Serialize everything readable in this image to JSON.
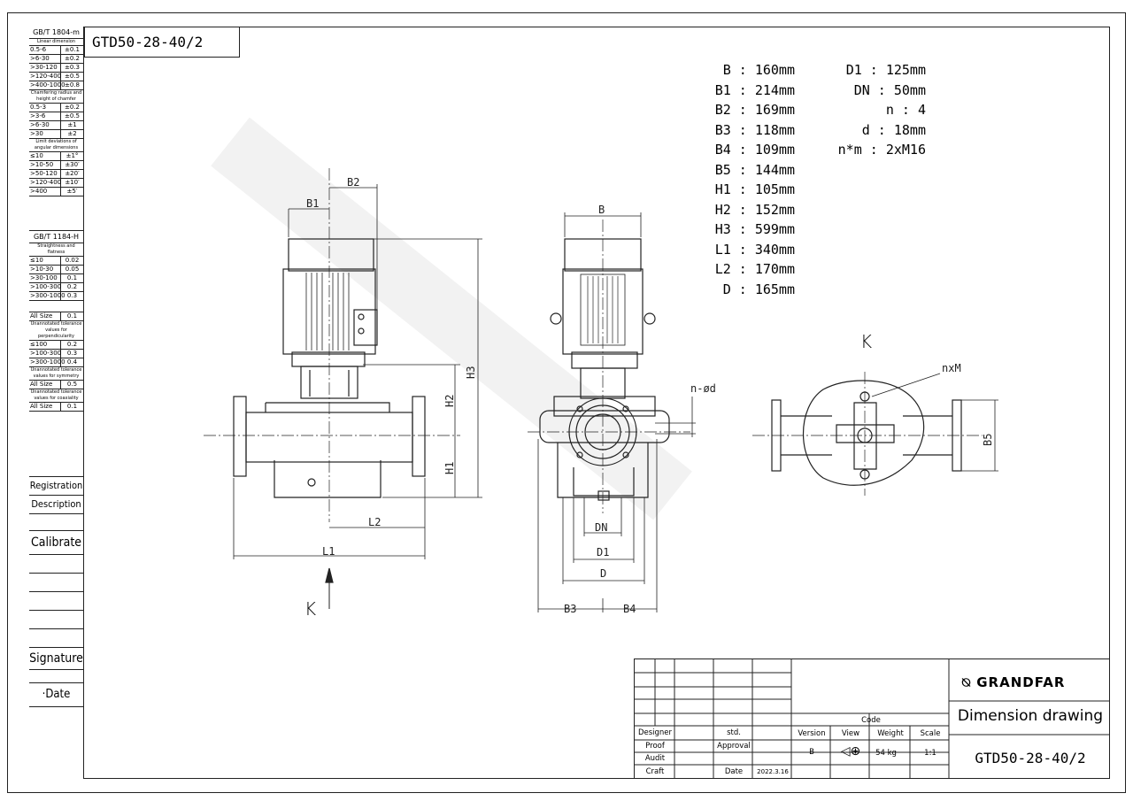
{
  "model": "GTD50-28-40/2",
  "tolerance_table": {
    "gbt1804": {
      "title": "GB/T 1804-m",
      "linear_title": "Linear dimension",
      "linear": [
        [
          "0.5-6",
          "±0.1"
        ],
        [
          ">6-30",
          "±0.2"
        ],
        [
          ">30-120",
          "±0.3"
        ],
        [
          ">120-400",
          "±0.5"
        ],
        [
          ">400-1000",
          "±0.8"
        ]
      ],
      "chamfer_title": "Chamfering radius and height of chamfer",
      "chamfer": [
        [
          "0.5-3",
          "±0.2"
        ],
        [
          ">3-6",
          "±0.5"
        ],
        [
          ">6-30",
          "±1"
        ],
        [
          ">30",
          "±2"
        ]
      ],
      "angular_title": "Limit deviations of angular dimensions",
      "angular": [
        [
          "≤10",
          "±1°"
        ],
        [
          ">10-50",
          "±30′"
        ],
        [
          ">50-120",
          "±20′"
        ],
        [
          ">120-400",
          "±10′"
        ],
        [
          ">400",
          "±5′"
        ]
      ]
    },
    "gbt1184": {
      "title": "GB/T 1184-H",
      "straight_title": "Straightness and flatness",
      "straight": [
        [
          "≤10",
          "0.02"
        ],
        [
          ">10-30",
          "0.05"
        ],
        [
          ">30-100",
          "0.1"
        ],
        [
          ">100-300",
          "0.2"
        ],
        [
          ">300-1000",
          "0.3"
        ]
      ],
      "allsize1": [
        "All Size",
        "0.1"
      ],
      "perp_title": "Unannotated tolerance values for perpendicularity",
      "perp": [
        [
          "≤100",
          "0.2"
        ],
        [
          ">100-300",
          "0.3"
        ],
        [
          ">300-1000",
          "0.4"
        ]
      ],
      "sym_title": "Unannotated tolerance values for symmetry",
      "allsize2": [
        "All Size",
        "0.5"
      ],
      "coax_title": "Unannotated tolerance values for coaxiality",
      "allsize3": [
        "All Size",
        "0.1"
      ]
    },
    "labels": {
      "registration": "Registration",
      "description": "Description",
      "calibrate": "Calibrate",
      "signature": "Signature",
      "date": "·Date"
    }
  },
  "specs_left": [
    {
      "key": "B",
      "val": "160mm"
    },
    {
      "key": "B1",
      "val": "214mm"
    },
    {
      "key": "B2",
      "val": "169mm"
    },
    {
      "key": "B3",
      "val": "118mm"
    },
    {
      "key": "B4",
      "val": "109mm"
    },
    {
      "key": "B5",
      "val": "144mm"
    },
    {
      "key": "H1",
      "val": "105mm"
    },
    {
      "key": "H2",
      "val": "152mm"
    },
    {
      "key": "H3",
      "val": "599mm"
    },
    {
      "key": "L1",
      "val": "340mm"
    },
    {
      "key": "L2",
      "val": "170mm"
    },
    {
      "key": "D",
      "val": "165mm"
    }
  ],
  "specs_right": [
    {
      "key": "D1",
      "val": "125mm"
    },
    {
      "key": "DN",
      "val": "50mm"
    },
    {
      "key": "n",
      "val": "4"
    },
    {
      "key": "d",
      "val": "18mm"
    },
    {
      "key": "n*m",
      "val": "2xM16"
    }
  ],
  "drawing_labels": {
    "B1": "B1",
    "B2": "B2",
    "B": "B",
    "H1": "H1",
    "H2": "H2",
    "H3": "H3",
    "L1": "L1",
    "L2": "L2",
    "DN": "DN",
    "D1": "D1",
    "D": "D",
    "B3": "B3",
    "B4": "B4",
    "B5": "B5",
    "nd": "n-ød",
    "nxM": "nxM",
    "K1": "K",
    "K2": "K"
  },
  "title_block": {
    "designer": "Designer",
    "proof": "Proof",
    "audit": "Audit",
    "craft": "Craft",
    "std": "std.",
    "approval": "Approval",
    "date_label": "Date",
    "date_value": "2022.3.16",
    "code": "Code",
    "version": "Version",
    "view": "View",
    "weight": "Weight",
    "scale": "Scale",
    "version_value": "B",
    "weight_value": "54 kg",
    "scale_value": "1:1",
    "brand": "GRANDFAR",
    "doc_title": "Dimension drawing",
    "doc_model": "GTD50-28-40/2"
  }
}
